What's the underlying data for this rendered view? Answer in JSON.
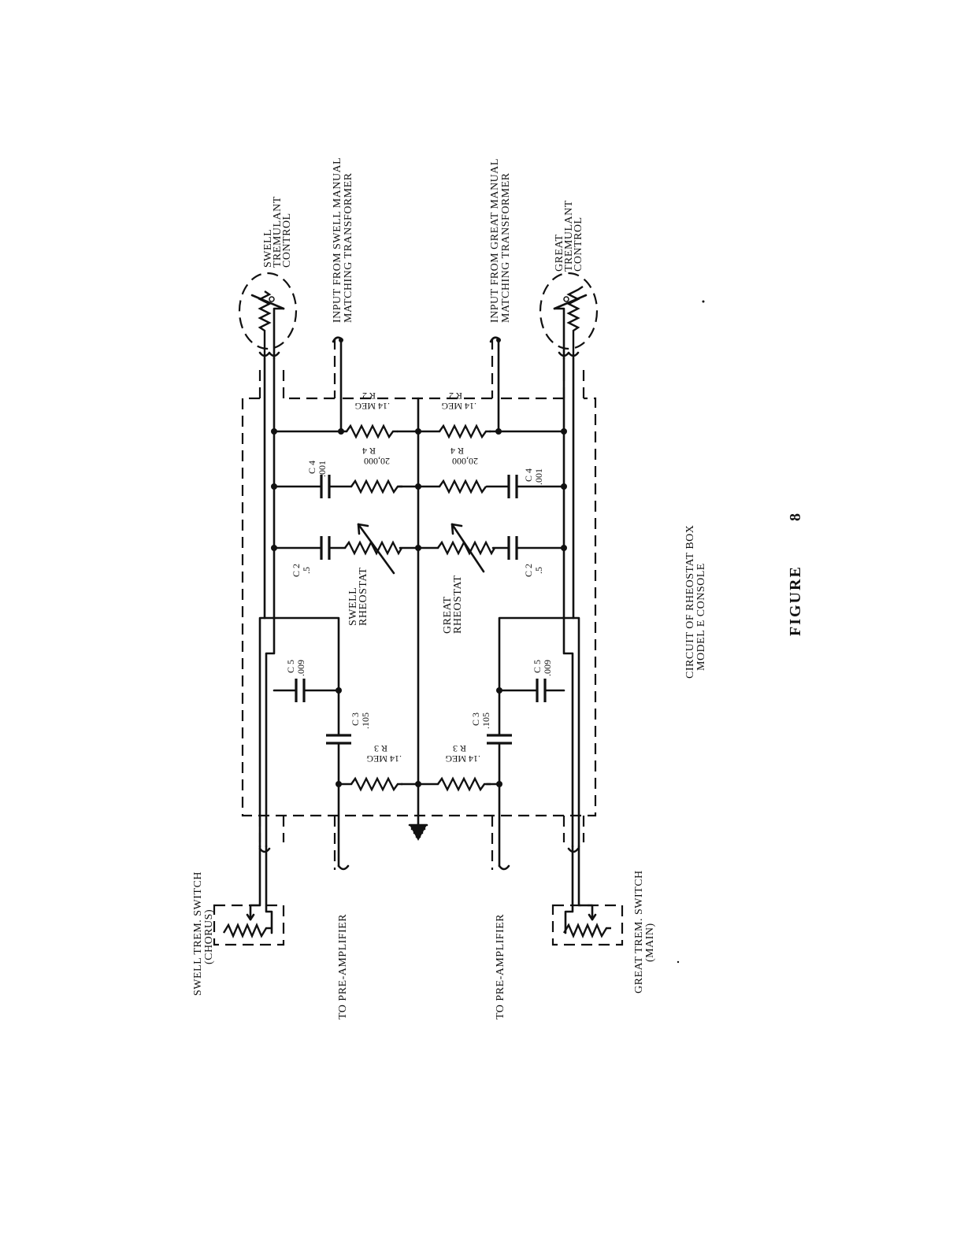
{
  "labels": {
    "swell_control": [
      "SWELL",
      "TREMULANT",
      "CONTROL"
    ],
    "swell_input": [
      "INPUT FROM SWELL MANUAL",
      "MATCHING TRANSFORMER"
    ],
    "great_input": [
      "INPUT FROM GREAT MANUAL",
      "MATCHING TRANSFORMER"
    ],
    "great_control": [
      "GREAT",
      "TREMULANT",
      "CONTROL"
    ],
    "swell_switch": [
      "SWELL TREM. SWITCH",
      "(CHORUS)"
    ],
    "great_switch": [
      "GREAT TREM. SWITCH",
      "(MAIN)"
    ],
    "pre_amp_1": "TO PRE-AMPLIFIER",
    "pre_amp_2": "TO PRE-AMPLIFIER",
    "swell_rheostat": [
      "SWELL",
      "RHEOSTAT"
    ],
    "great_rheostat": [
      "GREAT",
      "RHEOSTAT"
    ]
  },
  "components": {
    "r2_swell": [
      "R 2",
      ".14 MEG"
    ],
    "r2_great": [
      "R 2",
      ".14 MEG"
    ],
    "c4_swell": [
      "C 4",
      ".001"
    ],
    "c4_great": [
      "C 4",
      ".001"
    ],
    "r4_swell": [
      "R 4",
      "20,000"
    ],
    "r4_great": [
      "R 4",
      "20,000"
    ],
    "c2_swell": [
      "C 2",
      ".5"
    ],
    "c2_great": [
      "C 2",
      ".5"
    ],
    "c5_swell": [
      "C 5",
      ".009"
    ],
    "c5_great": [
      "C 5",
      ".009"
    ],
    "c3_swell": [
      "C 3",
      ".105"
    ],
    "c3_great": [
      "C 3",
      ".105"
    ],
    "r3_swell": [
      "R 3",
      ".14 MEG"
    ],
    "r3_great": [
      "R 3",
      ".14 MEG"
    ]
  },
  "caption": {
    "title": [
      "CIRCUIT OF RHEOSTAT BOX",
      "MODEL E CONSOLE"
    ],
    "figure_word": "FIGURE",
    "figure_number": "8"
  }
}
